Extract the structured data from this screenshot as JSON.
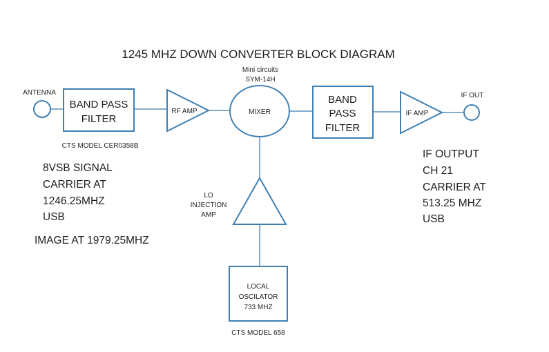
{
  "title": "1245 MHZ DOWN CONVERTER BLOCK DIAGRAM",
  "colors": {
    "stroke": "#3f7fb2",
    "text": "#1e1e1e"
  },
  "antenna": {
    "label": "ANTENNA"
  },
  "bpf1": {
    "lines": [
      "BAND PASS",
      "FILTER"
    ],
    "model": "CTS MODEL CER0358B"
  },
  "rf_amp": {
    "label": "RF AMP"
  },
  "mixer": {
    "label": "MIXER",
    "part": [
      "Mini circuits",
      "SYM-14H"
    ]
  },
  "bpf2": {
    "lines": [
      "BAND",
      "PASS",
      "FILTER"
    ]
  },
  "if_amp": {
    "label": "IF AMP"
  },
  "if_out": {
    "label": "IF OUT"
  },
  "lo_amp": {
    "lines": [
      "LO",
      "INJECTION",
      "AMP"
    ]
  },
  "local_osc": {
    "lines": [
      "LOCAL",
      "OSCILATOR",
      "733 MHZ"
    ],
    "model": "CTS  MODEL 658"
  },
  "input_notes": [
    "8VSB SIGNAL",
    "CARRIER AT",
    "1246.25MHZ",
    "USB"
  ],
  "image_note": "IMAGE AT 1979.25MHZ",
  "output_notes": [
    "IF OUTPUT",
    "CH 21",
    "CARRIER AT",
    "513.25 MHZ",
    "USB"
  ]
}
